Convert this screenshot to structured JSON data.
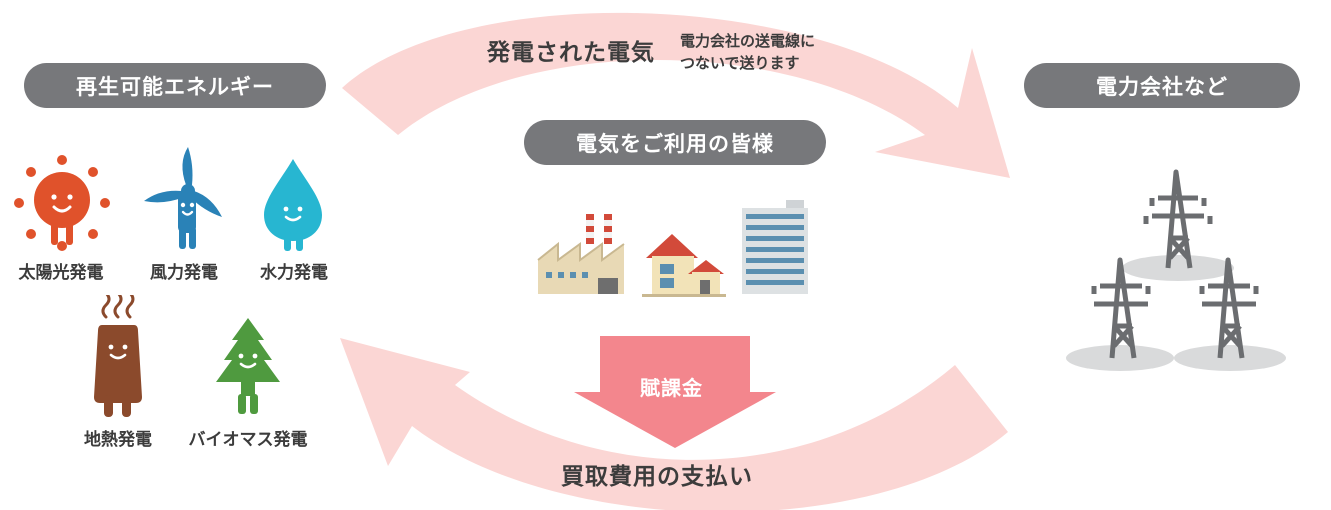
{
  "header_left": "再生可能エネルギー",
  "header_right": "電力会社など",
  "header_center": "電気をご利用の皆様",
  "top_flow": {
    "main": "発電された電気",
    "note_line1": "電力会社の送電線に",
    "note_line2": "つないで送ります"
  },
  "bottom_flow": "買取費用の支払い",
  "fee_label": "賦課金",
  "sources": {
    "solar": "太陽光発電",
    "wind": "風力発電",
    "hydro": "水力発電",
    "geothermal": "地熱発電",
    "biomass": "バイオマス発電"
  },
  "colors": {
    "arrow": "#fbd6d4",
    "fee_arrow": "#f3868d",
    "pill": "#77787b",
    "solar": "#e0522b",
    "wind": "#2a82b7",
    "hydro": "#27b6d1",
    "geothermal": "#8b4a2c",
    "biomass": "#4f9a3f",
    "tower": "#6b6d70",
    "tower_shadow": "#d9dadb"
  }
}
